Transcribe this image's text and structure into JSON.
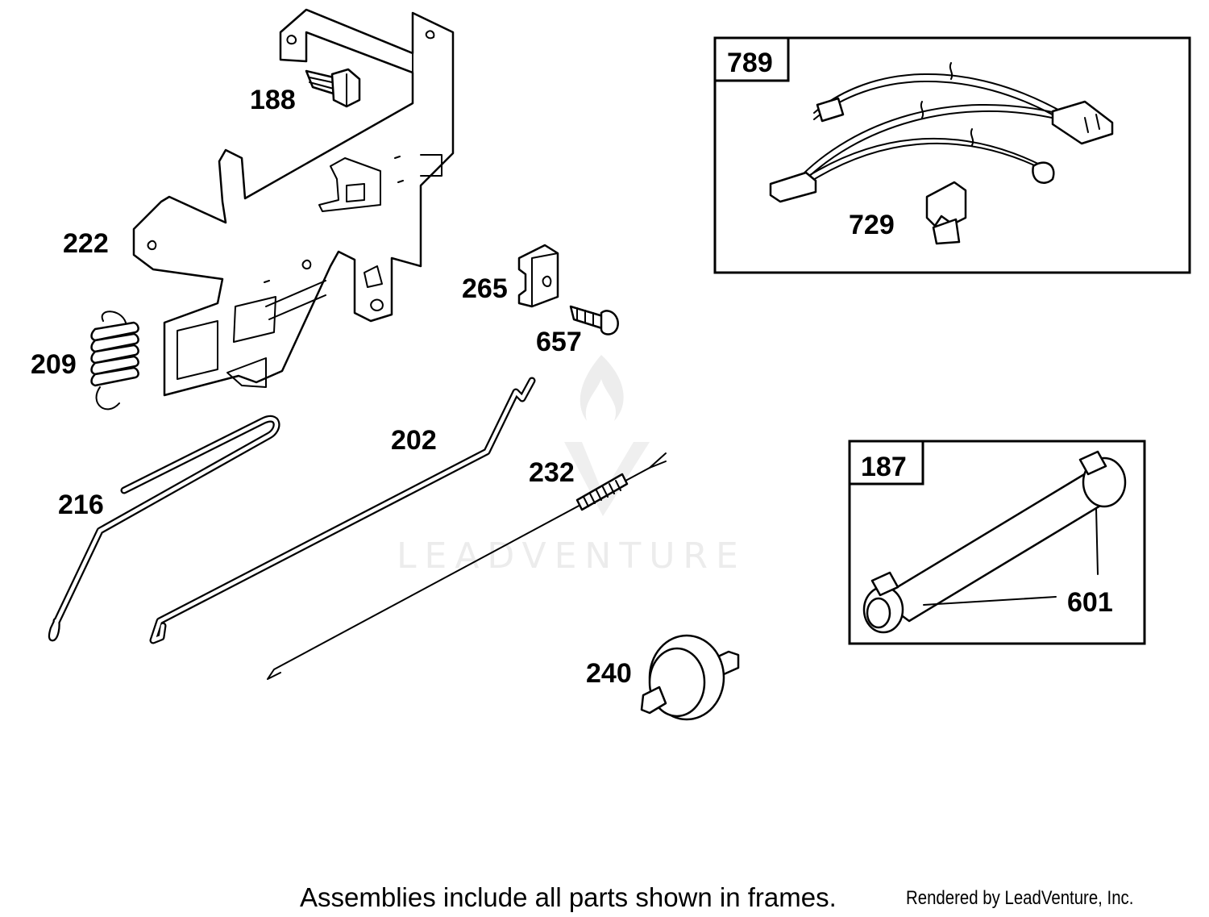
{
  "diagram": {
    "callouts": {
      "p188": "188",
      "p222": "222",
      "p209": "209",
      "p216": "216",
      "p202": "202",
      "p265": "265",
      "p657": "657",
      "p232": "232",
      "p240": "240",
      "p729": "729",
      "p601": "601"
    },
    "frames": {
      "kit789": "789",
      "kit187": "187"
    },
    "watermark": "LEADVENTURE"
  },
  "footer": {
    "note": "Assemblies include all parts shown in frames.",
    "credit": "Rendered by LeadVenture, Inc."
  }
}
